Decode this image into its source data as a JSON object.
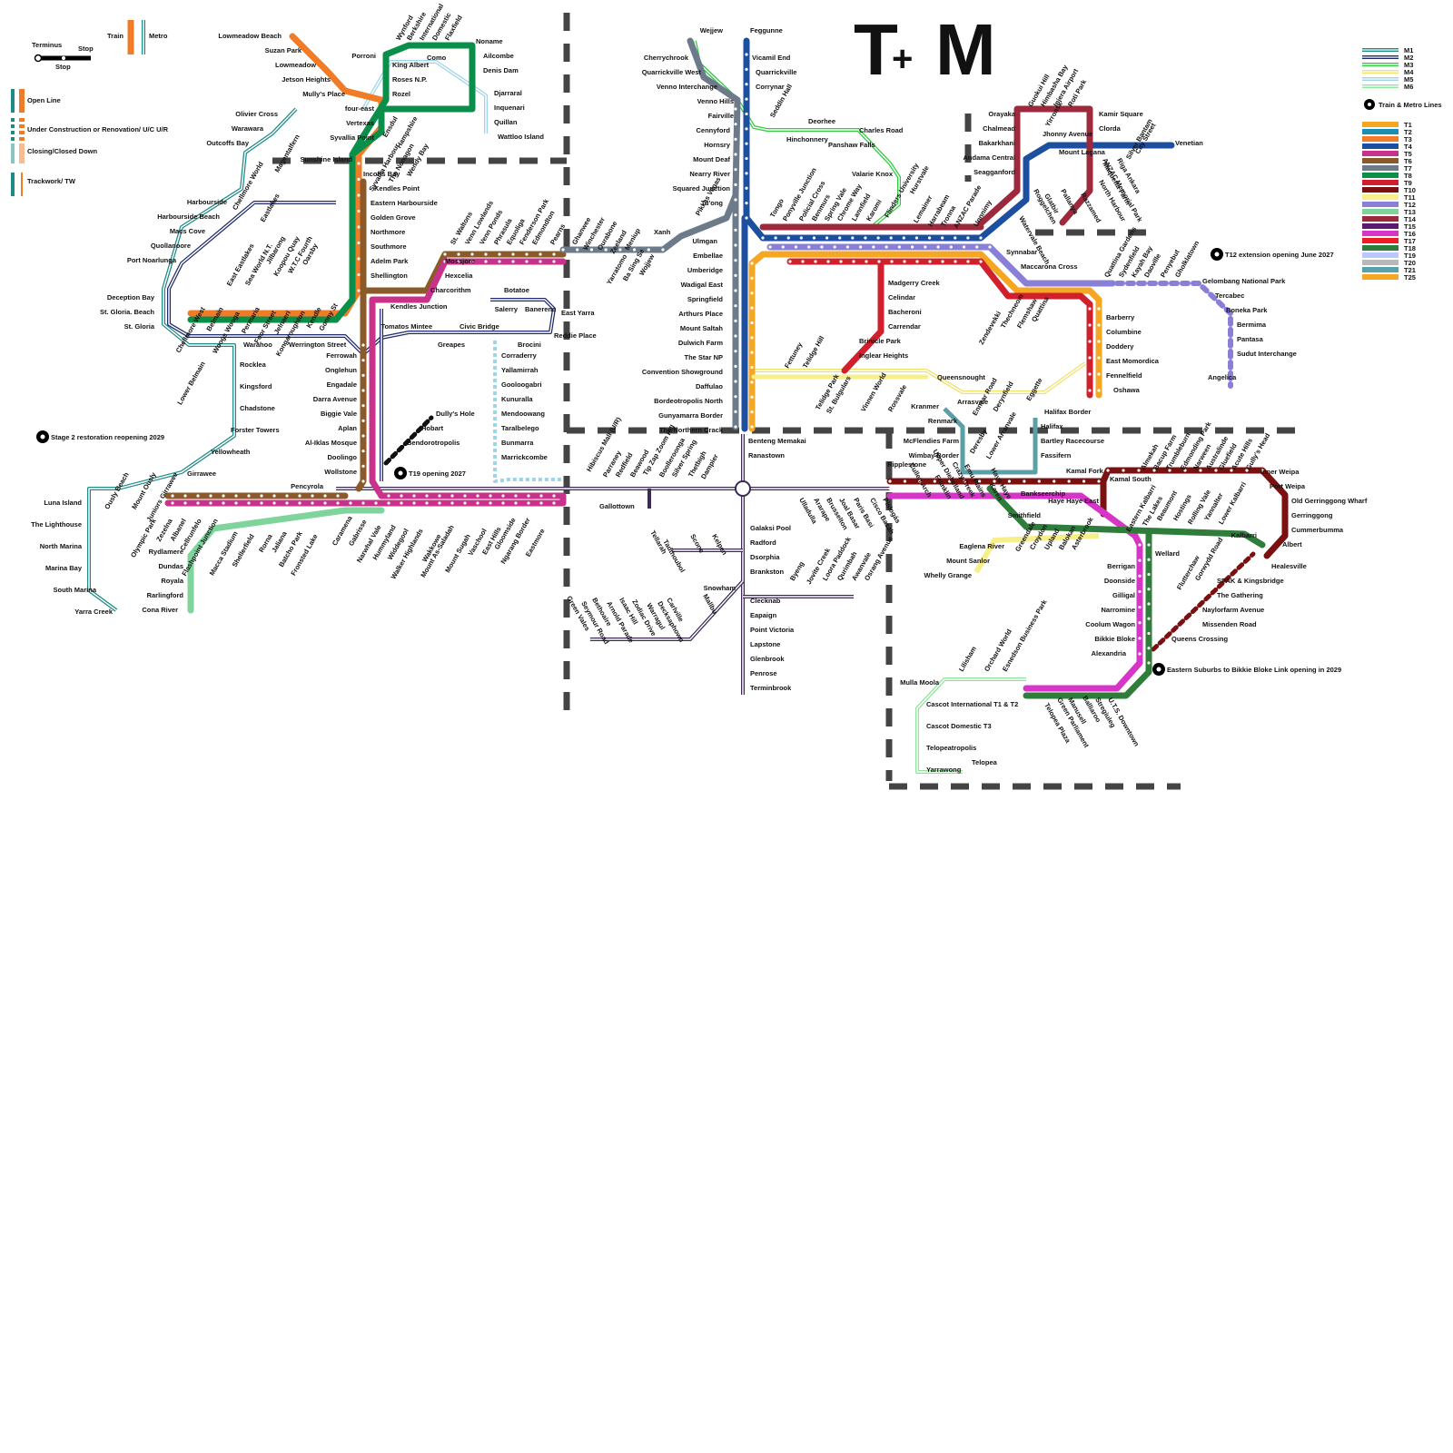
{
  "logo": {
    "left": "T",
    "plus": "+",
    "right": "M",
    "left_color": "#f07c28",
    "right_color": "#1e8a86"
  },
  "symbol_legend": {
    "terminus": "Terminus",
    "stop_top": "Stop",
    "stop_bottom": "Stop",
    "train": "Train",
    "metro": "Metro",
    "open_line": "Open Line",
    "under_construction": "Under Construction or Renovation/ U/C U/R",
    "closing": "Closing/Closed Down",
    "trackwork": "Trackwork/ TW"
  },
  "line_legend": {
    "metro": [
      {
        "name": "M1",
        "color": "#1e8a86"
      },
      {
        "name": "M2",
        "color": "#1f2a6b"
      },
      {
        "name": "M3",
        "color": "#2ecc40"
      },
      {
        "name": "M4",
        "color": "#f2e06b"
      },
      {
        "name": "M5",
        "color": "#9fd3e8"
      },
      {
        "name": "M6",
        "color": "#8fe39a"
      }
    ],
    "interchange": "Train & Metro Lines",
    "train": [
      {
        "name": "T1",
        "color": "#f5a623"
      },
      {
        "name": "T2",
        "color": "#1a8fb0"
      },
      {
        "name": "T3",
        "color": "#f07c28"
      },
      {
        "name": "T4",
        "color": "#1d4fa0"
      },
      {
        "name": "T5",
        "color": "#c8328a"
      },
      {
        "name": "T6",
        "color": "#8b5a2b"
      },
      {
        "name": "T7",
        "color": "#6c7a89"
      },
      {
        "name": "T8",
        "color": "#0a8f4a"
      },
      {
        "name": "T9",
        "color": "#d0202e"
      },
      {
        "name": "T10",
        "color": "#7a1010"
      },
      {
        "name": "T11",
        "color": "#f7ef8a"
      },
      {
        "name": "T12",
        "color": "#8a7fd6"
      },
      {
        "name": "T13",
        "color": "#7fd49c"
      },
      {
        "name": "T14",
        "color": "#9c2a3c"
      },
      {
        "name": "T15",
        "color": "#5a1a6e"
      },
      {
        "name": "T16",
        "color": "#d635c7"
      },
      {
        "name": "T17",
        "color": "#ef1c24"
      },
      {
        "name": "T18",
        "color": "#2e7d3a"
      },
      {
        "name": "T19",
        "color": "#b9c9ff"
      },
      {
        "name": "T20",
        "color": "#b8b8b8"
      },
      {
        "name": "T21",
        "color": "#5aa0a8"
      },
      {
        "name": "T25",
        "color": "#f5a623"
      }
    ]
  },
  "notes": {
    "stage2": "Stage 2 restoration reopening 2029",
    "t19": "T19 opening 2027",
    "t12ext": "T12 extension opening June 2027",
    "eastern": "Eastern Suburbs to Bikkie Bloke Link opening in 2029"
  },
  "stations": [
    "Lowmeadow Beach",
    "Suzan Park",
    "Lowmeadow",
    "Jetson Heights",
    "Mully's Place",
    "Porroni",
    "four-east",
    "Vertexas",
    "Syvallia Point",
    "Sunshine Island",
    "Incoffs Bay",
    "Kendles Point",
    "Eastern Harbourside",
    "Golden Grove",
    "Northmore",
    "Southmore",
    "Adelm Park",
    "Shellington",
    "Kendles Junction",
    "Wynford",
    "Berkshire",
    "International",
    "Domestic",
    "Flaxfield",
    "Noname",
    "Ailcombe",
    "Denis Dam",
    "King Albert",
    "Como",
    "Roses N.P.",
    "Rozel",
    "Ensdul",
    "Hampshire",
    "Syvallia Harbour",
    "The Nonagon",
    "Wendy Bay",
    "Djarraral",
    "Inquenari",
    "Quillan",
    "Wattloo Island",
    "Olivier Cross",
    "Warawara",
    "Outcoffs Bay",
    "Chellmore World",
    "Magentalfern",
    "Harbourside",
    "Harbourside Beach",
    "Macs Cove",
    "Quollanoore",
    "Port Noarlunga",
    "Eastlakes",
    "East Eastlakes",
    "Sea World N.T.",
    "Jilbarong",
    "Koopou Quay",
    "W.T.C Fourth",
    "Oarsby",
    "Deception Bay",
    "St. Gloria. Beach",
    "St. Gloria",
    "Chellmore West",
    "Belmain",
    "Woogs Wooga",
    "Permaria",
    "Foor Street",
    "Jelnaeri",
    "Kongaroughton",
    "Kendle",
    "Gonny St",
    "Warahoo",
    "Werrington Street",
    "Lower Belmain",
    "Rocklea",
    "Kingsford",
    "Chadstone",
    "Forster Towers",
    "Yellowheath",
    "Girrawee",
    "Ously Beach",
    "Mount Ously",
    "Juniors Girrawee",
    "Luna Island",
    "The Lighthouse",
    "North Marina",
    "Marina Bay",
    "South Marina",
    "Yarra Creek",
    "Ferrowah",
    "Onglehun",
    "Engadale",
    "Darra Avenue",
    "Biggie Vale",
    "Aplan",
    "Al-Iklas Mosque",
    "Doolingo",
    "Wollstone",
    "Pencyrola",
    "Olympic Park",
    "Zezelna",
    "Albanel",
    "Cellrunfelo",
    "Flashpoint Junction",
    "Macca Stadium",
    "Shellerfield",
    "Rorna",
    "Jaliana",
    "Batcho Park",
    "Fronsted Lake",
    "Caramena",
    "Rydlamere",
    "Dundas",
    "Royala",
    "Rarlingford",
    "Cona River",
    "Gabrisse",
    "Narwhal Vale",
    "Hummyland",
    "Widdegool",
    "Walker Highlands",
    "Wakkowe",
    "Mount As-Saladah",
    "Mount Sugah",
    "Vaschool",
    "East Hills",
    "Gloomside",
    "Ngarang Border",
    "Eastmore",
    "Mossjore",
    "Hexcelia",
    "Charcorithm",
    "St. Waltons",
    "Venn Lowlands",
    "Venn Ponds",
    "Phrasula",
    "Equoliga",
    "Fenderson Park",
    "Edmondton",
    "Pearns",
    "Botatoe",
    "Banerena",
    "Salerry",
    "East Yarra",
    "Tomatos Mintee",
    "Civic Bridge",
    "Greapes",
    "Brocini",
    "Reddie Place",
    "Corraderry",
    "Yallamirrah",
    "Gooloogabri",
    "Kunuralla",
    "Mendoowang",
    "Taralbelego",
    "Bunmarra",
    "Marrickcombe",
    "Dully's Hole",
    "Hobart",
    "Bendorotropolis",
    "Ghanwee",
    "Winchester",
    "Ourabone",
    "Zeeland",
    "Meniup",
    "Xanh",
    "Pikkas Vegas",
    "Yarratomo",
    "Ba Sing Se",
    "Wojjew",
    "Wejjew",
    "Feggunne",
    "Cherrychrook",
    "Quarrickville West",
    "Venno Interchange",
    "Venno Hills",
    "Fairville",
    "Cennyford",
    "Hornsry",
    "Mount Deaf",
    "Nearry River",
    "Squared Junction",
    "Tu'ong",
    "Ulmgan",
    "Embellae",
    "Umberidge",
    "Wadigal East",
    "Springfield",
    "Arthurs Place",
    "Mount Saltah",
    "Dulwich Farm",
    "The Star NP",
    "Convention Showground",
    "Daffulao",
    "Bordeotropolis North",
    "Gunyamarra Border",
    "The Northern Crack",
    "Vicamil End",
    "Quarrickville",
    "Corrynar",
    "Seddin Hall",
    "Deorhee",
    "Hinchonnery",
    "Charles Road",
    "Panshaw Falls",
    "Valarie Knox",
    "Hurstvale",
    "Tongo",
    "Ponyville Junction",
    "Policial Cross",
    "Benmurs",
    "Spring Vale",
    "Chrome Way",
    "Lannfield",
    "Karomi",
    "Flinders University",
    "Lemainer",
    "Harrabeam",
    "Tronna",
    "ANZAC Parade",
    "Unnnimy",
    "Madgerry Creek",
    "Celindar",
    "Bacheroni",
    "Carrendar",
    "Brinicle Park",
    "Inglear Heights",
    "Fettuney",
    "Telidge Hill",
    "Telidge Park",
    "St. Bulgulars",
    "Vinnen World",
    "Rossvale",
    "Queensnought",
    "Arrasvale",
    "Ennear Road",
    "Derynfield",
    "Eggette",
    "Orayaka",
    "Chalmead",
    "Bakarkhani",
    "Andama Central",
    "Seagganford",
    "Guokui Hill",
    "Himbasha Bay",
    "Injera Airport",
    "Roti Park",
    "Yirronsk",
    "Jhonny Avenue",
    "Kamir Square",
    "Clorda",
    "Mount Lagana",
    "Maquetta Farm",
    "North Harbour",
    "Razzamed",
    "Pallanya",
    "Glatbir",
    "Roggelchen",
    "Watervale Beach",
    "Venetian",
    "City Street",
    "Silver Bantam",
    "Riga Ankara",
    "ANZAC Memorial Park",
    "Synnabar",
    "Maccarona Cross",
    "Zendevekki",
    "Thechneom",
    "Flemshaw",
    "Quattina",
    "Quattina Gardens",
    "Sydenfield",
    "Kayah Bay",
    "Daoville",
    "Penyebut",
    "Gholklatown",
    "Gelombang National Park",
    "Tercabec",
    "Boneka Park",
    "Bermima",
    "Pantasa",
    "Sudut Interchange",
    "Angelica",
    "Barberry",
    "Columbine",
    "Doddery",
    "East Momordica",
    "Fennelfield",
    "Oshawa",
    "Kranmer",
    "Renmark",
    "McFlendies Farm",
    "Wimbay Border",
    "Ripplestone",
    "Deresby",
    "Lower Arranvale",
    "Halifax Border",
    "Halifax",
    "Bartley Racecourse",
    "Fassifern",
    "Benteng Memakai",
    "Ranastown",
    "Gallottown",
    "Hibiscus Mall (U/R)",
    "Parraney",
    "Redfield",
    "Beawood",
    "Tip Zap Zoom Hill",
    "Boolleroonga",
    "Silver Spring",
    "Thetbigh",
    "Dampier",
    "Ulladulla",
    "Ararape",
    "Brusselton",
    "Joal Basar",
    "Paris Basi",
    "Cisco Basah",
    "Pislogás",
    "Galaksi Pool",
    "Radford",
    "Dsorphia",
    "Brankston",
    "Scone",
    "Kelpen",
    "Tellarah",
    "Tadthoubol",
    "Snowham",
    "Byeng",
    "Jovite Creek",
    "Loora Paddock",
    "Qurimbah",
    "Awanvale",
    "Osrang Avenue",
    "Clecknab",
    "Eapaign",
    "Point Victoria",
    "Lapstone",
    "Glenbrook",
    "Penrose",
    "Terminbrook",
    "Green Vales",
    "Seymour Road",
    "Bethoaire",
    "Arnold Parade",
    "Isaac Hill",
    "Zodiac Drive",
    "Warragul",
    "Decksaphown",
    "Carlville",
    "Mallbu",
    "Kamal Fork",
    "Kamal South",
    "Haye Haye East",
    "Bankseerchip",
    "Smithfield",
    "Haye Haye",
    "Karen",
    "Emu Plains",
    "Crazy Creek",
    "Upper Diebelland",
    "Franklin",
    "Cullen Arch",
    "Almekah",
    "Bacup Farm",
    "Trumbleburn",
    "Edmonding Park",
    "Narween",
    "Australinde",
    "Gluefield",
    "Acute Hills",
    "Gully's Head",
    "Inner Weipa",
    "Port Weipa",
    "Old Gerringgong Wharf",
    "Gerringgong",
    "Cummerbumma",
    "Albert",
    "Kalbarri",
    "Eastern Kalbarri",
    "The Lakes",
    "Beaumont",
    "Hostings",
    "Rolling Vale",
    "Yannalter",
    "Lower Kalbarri",
    "Wellard",
    "Berrigan",
    "Doonside",
    "Gilligal",
    "Narromine",
    "Coolum Wagon",
    "Bikkie Bloke",
    "Alexandria",
    "Greendale",
    "Croydon",
    "Upland",
    "Balokan",
    "Asterbrook",
    "Eaglena River",
    "Mount Sanlor",
    "Whelly Grange",
    "Flutterchaw",
    "Gorwydd Road",
    "Healesville",
    "SPAK & Kingsbridge",
    "The Gathering",
    "Naylorfarm Avenue",
    "Missenden Road",
    "Queens Crossing",
    "Mulla Moola",
    "Lilisham",
    "Orchard World",
    "Esnedson Business Park",
    "Cascot International T1 & T2",
    "Cascot Domestic T3",
    "Telopeatropolis",
    "Yarrawong",
    "Telopea",
    "Telopea Plaza",
    "Green Parliament",
    "Manusell",
    "Balliaroo",
    "Stregiuleg",
    "U.T.S. Downtown"
  ]
}
